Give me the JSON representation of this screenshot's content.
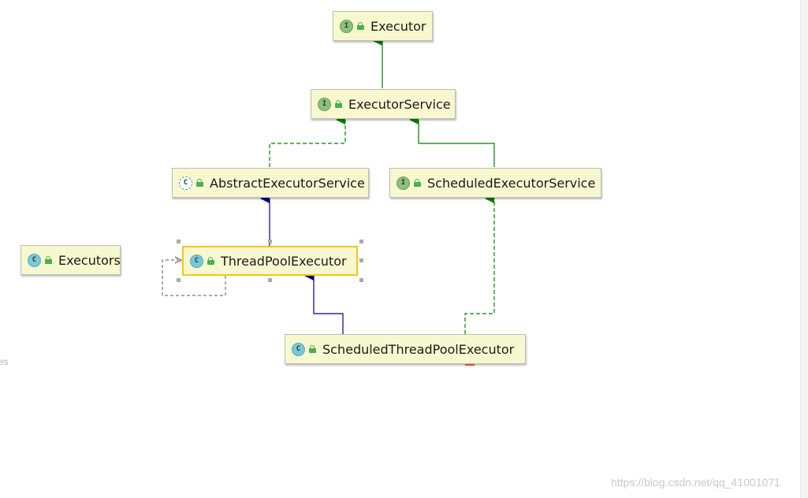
{
  "diagram": {
    "nodes": {
      "executor": {
        "label": "Executor",
        "kind": "interface",
        "badge": "I"
      },
      "executor_service": {
        "label": "ExecutorService",
        "kind": "interface",
        "badge": "I"
      },
      "abstract_executor_service": {
        "label": "AbstractExecutorService",
        "kind": "abstract-class",
        "badge": "C"
      },
      "scheduled_executor_service": {
        "label": "ScheduledExecutorService",
        "kind": "interface",
        "badge": "I"
      },
      "executors": {
        "label": "Executors",
        "kind": "class",
        "badge": "C"
      },
      "thread_pool_executor": {
        "label": "ThreadPoolExecutor",
        "kind": "class",
        "badge": "C",
        "selected": true
      },
      "scheduled_thread_pool_executor": {
        "label": "ScheduledThreadPoolExecutor",
        "kind": "class",
        "badge": "C"
      }
    },
    "edges": [
      {
        "from": "ExecutorService",
        "to": "Executor",
        "relation": "extends"
      },
      {
        "from": "AbstractExecutorService",
        "to": "ExecutorService",
        "relation": "implements"
      },
      {
        "from": "ScheduledExecutorService",
        "to": "ExecutorService",
        "relation": "extends"
      },
      {
        "from": "ThreadPoolExecutor",
        "to": "AbstractExecutorService",
        "relation": "extends"
      },
      {
        "from": "ScheduledThreadPoolExecutor",
        "to": "ThreadPoolExecutor",
        "relation": "extends"
      },
      {
        "from": "ScheduledThreadPoolExecutor",
        "to": "ScheduledExecutorService",
        "relation": "implements"
      }
    ],
    "colors": {
      "interface_inheritance": "#008000",
      "class_inheritance": "#000080",
      "node_fill": "#f8f8d0",
      "selection_border": "#f5c518"
    }
  },
  "left_fragment_text": "es",
  "watermark": "https://blog.csdn.net/qq_41001071"
}
